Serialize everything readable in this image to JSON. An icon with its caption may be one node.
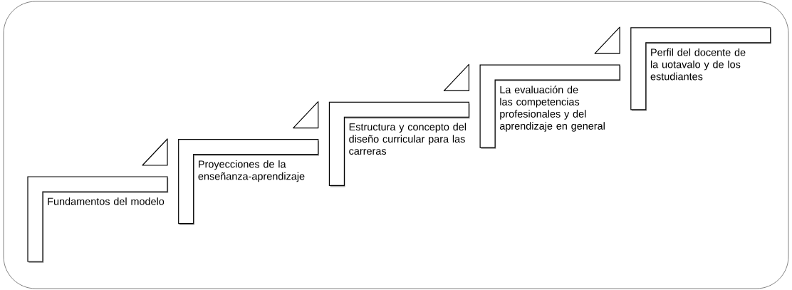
{
  "diagram": {
    "nodes": [
      {
        "text": [
          "Fundamentos del modelo"
        ]
      },
      {
        "text": [
          "Proyecciones de la enseñanza-aprendizaje"
        ]
      },
      {
        "text": [
          "Estructura y concepto del diseño curricular para las carreras"
        ]
      },
      {
        "text": [
          "La evaluación de las competencias profesionales y del aprendizaje en general"
        ]
      },
      {
        "text": [
          "Perfil del docente de la uotavalo y de los estudiantes"
        ]
      }
    ]
  }
}
